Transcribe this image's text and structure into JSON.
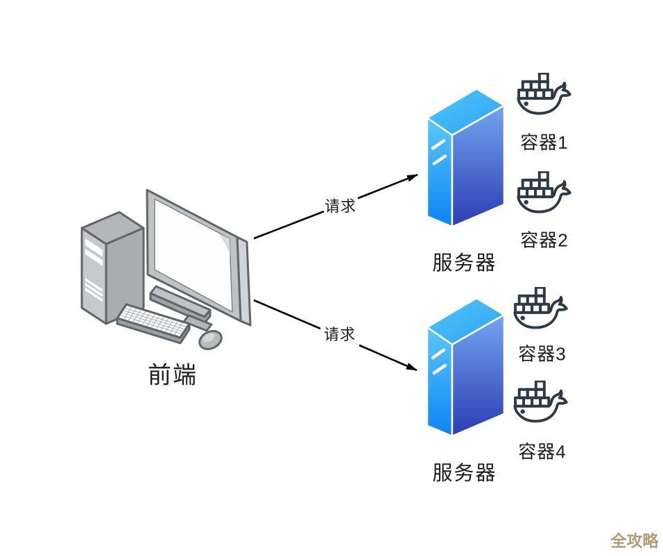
{
  "canvas": {
    "background": "#ffffff"
  },
  "frontend": {
    "label": "前端",
    "icon": "desktop-computer-icon"
  },
  "requests": [
    {
      "label": "请求"
    },
    {
      "label": "请求"
    }
  ],
  "servers": [
    {
      "label": "服务器",
      "icon": "server-3d-icon",
      "containers": [
        {
          "label": "容器1",
          "icon": "docker-whale-icon"
        },
        {
          "label": "容器2",
          "icon": "docker-whale-icon"
        }
      ]
    },
    {
      "label": "服务器",
      "icon": "server-3d-icon",
      "containers": [
        {
          "label": "容器3",
          "icon": "docker-whale-icon"
        },
        {
          "label": "容器4",
          "icon": "docker-whale-icon"
        }
      ]
    }
  ],
  "watermark": {
    "label": "全攻略",
    "color": "#b49b75"
  },
  "colors": {
    "text": "#1c1c1e",
    "arrow": "#000000",
    "docker_icon": "#2b3a44",
    "server_top_start": "#4fc6f9",
    "server_top_end": "#2fa3f5",
    "server_left_start": "#5bc9fa",
    "server_left_end": "#0c83f4",
    "server_right_start": "#73a5f0",
    "server_right_end": "#2b3db4",
    "computer_gray_light": "#c6c9cb",
    "computer_gray_mid": "#a9adb0",
    "computer_outline": "#5f6569"
  }
}
